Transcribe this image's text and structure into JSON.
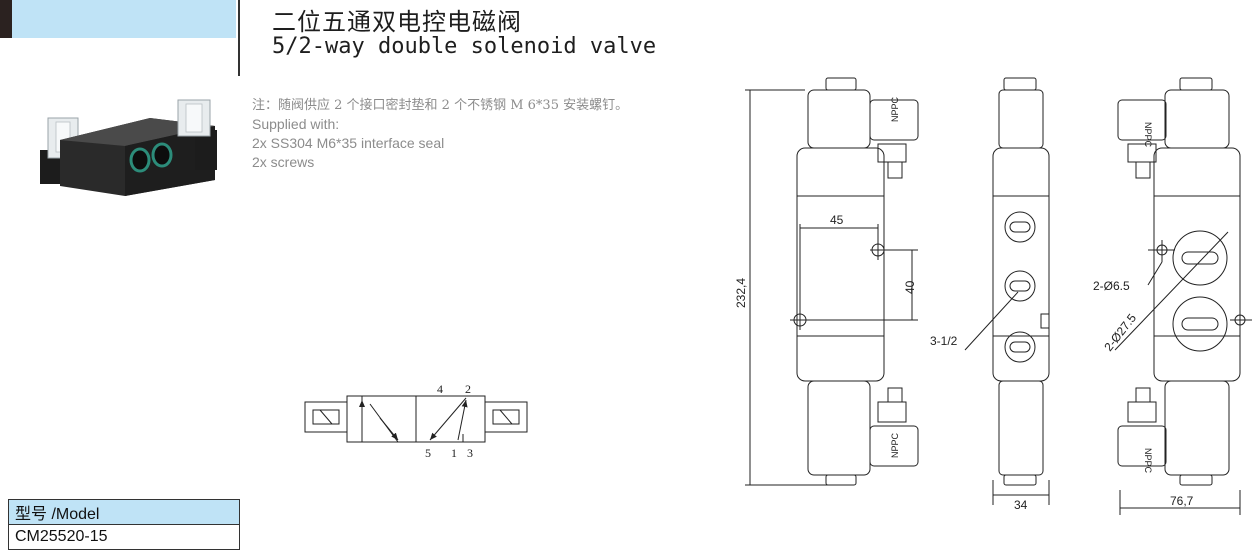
{
  "header": {
    "title_cn": "二位五通双电控电磁阀",
    "title_en": "5/2-way double solenoid valve"
  },
  "notes": {
    "line_cn": "注：随阀供应 2 个接口密封垫和 2 个不锈钢 M 6*35 安装螺钉。",
    "line1": "Supplied with:",
    "line2": "2x SS304 M6*35 interface seal",
    "line3": "2x screws"
  },
  "symbol": {
    "port_4": "4",
    "port_2": "2",
    "port_5": "5",
    "port_1": "1",
    "port_3": "3"
  },
  "dimensions": {
    "height": "232,4",
    "width_34": "34",
    "depth": "76,7",
    "spacing_45": "45",
    "spacing_40": "40",
    "port_size": "3-1/2",
    "hole_dia": "2-Ø6.5",
    "port_dia": "2-Ø27.5"
  },
  "coil_label": "NPPC",
  "model": {
    "header": "型号 /Model",
    "value": "CM25520-15"
  },
  "colors": {
    "accent_blue": "#bfe3f6",
    "dark_bar": "#2b2220",
    "line": "#222222"
  }
}
